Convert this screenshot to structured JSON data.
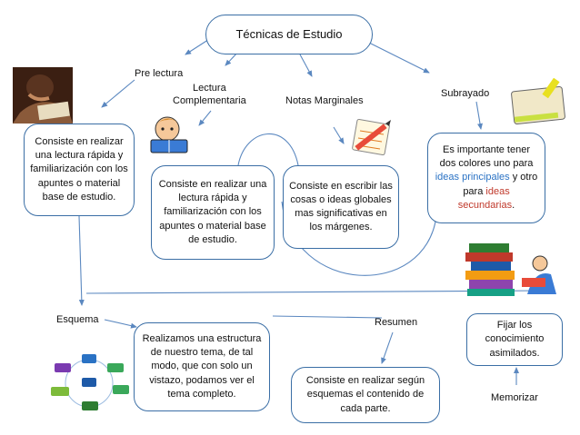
{
  "title": "Técnicas de Estudio",
  "labels": {
    "pre_lectura": "Pre lectura",
    "lectura_complementaria_1": "Lectura",
    "lectura_complementaria_2": "Complementaria",
    "notas_marginales": "Notas Marginales",
    "subrayado": "Subrayado",
    "esquema": "Esquema",
    "resumen": "Resumen",
    "memorizar": "Memorizar"
  },
  "boxes": {
    "pre_lectura_desc": "Consiste en realizar una lectura rápida y familiarización con los apuntes o material base de estudio.",
    "lectura_complementaria_desc": "Consiste en realizar una lectura rápida y familiarización con los apuntes o material base de estudio.",
    "notas_marginales_desc": "Consiste en escribir las cosas o ideas globales mas significativas en los márgenes.",
    "subrayado_desc": {
      "part1": "Es importante tener dos colores uno para ",
      "highlight1": "ideas principales",
      "part2": " y otro para ",
      "highlight2": "ideas secundarias",
      "part3": "."
    },
    "esquema_desc": "Realizamos una estructura de nuestro tema, de tal modo, que con solo un vistazo, podamos ver el tema completo.",
    "resumen_desc": "Consiste en realizar según esquemas el contenido de cada parte.",
    "memorizar_desc": "Fijar los conocimiento asimilados."
  },
  "colors": {
    "border": "#3a6ea5",
    "highlight_principal": "#2a72c4",
    "highlight_secundaria": "#c0392b"
  },
  "icons": {
    "pre_lectura": "student-reading-icon",
    "lectura": "cartoon-reader-icon",
    "notas": "pencil-notepad-icon",
    "subrayado": "tecnicas-de-estudio-book-icon",
    "books": "book-stack-icon",
    "esquema": "mind-map-icon"
  }
}
